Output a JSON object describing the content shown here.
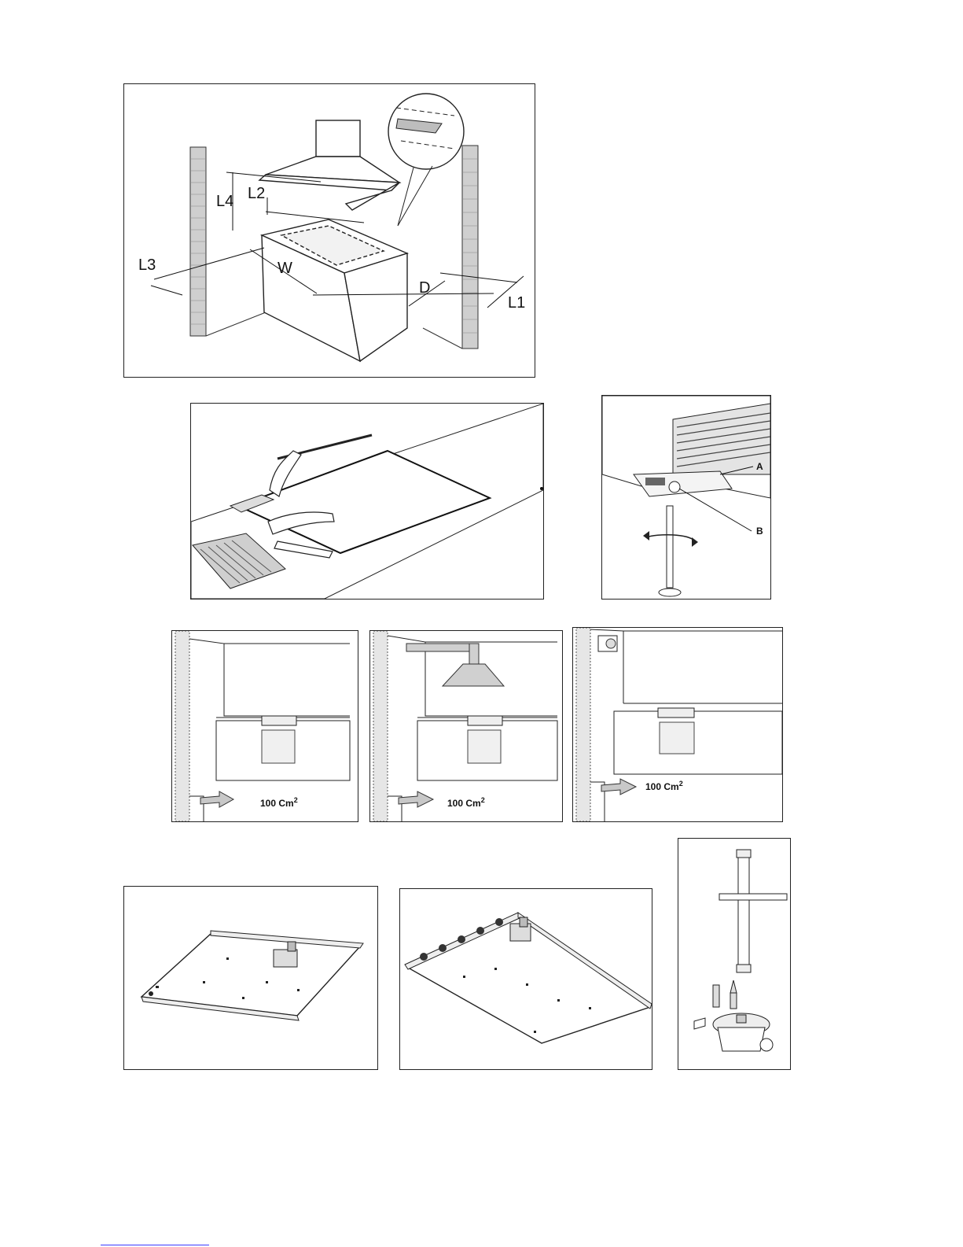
{
  "figures": {
    "installation_dimensions": {
      "labels": {
        "l1": "L1",
        "l2": "L2",
        "l3": "L3",
        "l4": "L4",
        "w": "W",
        "d": "D"
      }
    },
    "hob_fixing": {
      "labels": {
        "a": "A",
        "b": "B"
      }
    },
    "ventilation": [
      {
        "opening": "100 Cm",
        "superscript": "2"
      },
      {
        "opening": "100 Cm",
        "superscript": "2"
      },
      {
        "opening": "100 Cm",
        "superscript": "2"
      }
    ]
  }
}
